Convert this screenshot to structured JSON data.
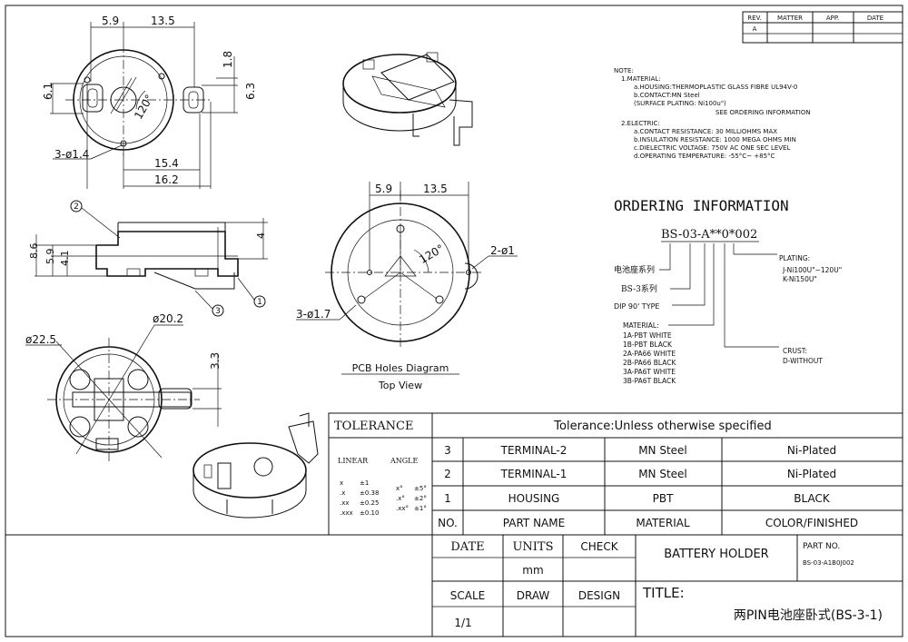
{
  "revision_block": {
    "headers": [
      "REV.",
      "MATTER",
      "APP.",
      "DATE"
    ],
    "row": [
      "A",
      "",
      "",
      ""
    ]
  },
  "top_view_dims": {
    "d5_9": "5.9",
    "d13_5": "13.5",
    "d1_8": "1.8",
    "d6_1": "6.1",
    "d6_3": "6.3",
    "angle": "120°",
    "holes": "3-ø1.4",
    "d15_4": "15.4",
    "d16_2": "16.2"
  },
  "side_view_dims": {
    "d8_6": "8.6",
    "d5_9": "5.9",
    "d4_1": "4.1",
    "d4": "4",
    "callout_1": "1",
    "callout_2": "2",
    "callout_3": "3"
  },
  "bottom_view_dims": {
    "d22_5": "ø22.5",
    "d20_2": "ø20.2",
    "d3_3": "3.3"
  },
  "pcb": {
    "d5_9": "5.9",
    "d13_5": "13.5",
    "angle": "120°",
    "holes_small": "2-ø1",
    "holes_large": "3-ø1.7",
    "caption_1": "PCB Holes Diagram",
    "caption_2": "Top View"
  },
  "notes": {
    "heading": "NOTE:",
    "lines": [
      "1.MATERIAL:",
      "a.HOUSING:THERMOPLASTIC GLASS FIBRE UL94V-0",
      "b.CONTACT:MN Steel",
      "(SURFACE PLATING: Ni100u\")",
      "SEE ORDERING INFORMATION",
      "2.ELECTRIC:",
      "a.CONTACT RESISTANCE: 30 MILLIOHMS MAX",
      "b.INSULATION RESISTANCE: 1000 MEGA OHMS MIN",
      "c.DIELECTRIC VOLTAGE: 750V AC ONE SEC LEVEL",
      "d.OPERATING TEMPERATURE: -55°C~ +85°C"
    ]
  },
  "ordering": {
    "title": "ORDERING INFORMATION",
    "code": "BS-03-A**0*002",
    "series_cn": "电池座系列",
    "series_bs": "BS-3系列",
    "dip": "DIP 90' TYPE",
    "material_heading": "MATERIAL:",
    "materials": [
      "1A-PBT WHITE",
      "1B-PBT BLACK",
      "2A-PA66 WHITE",
      "2B-PA66 BLACK",
      "3A-PA6T WHITE",
      "3B-PA6T BLACK"
    ],
    "plating_heading": "PLATING:",
    "plating": [
      "J-Ni100U\"~120U\"",
      "K-Ni150U\""
    ],
    "crust_heading": "CRUST:",
    "crust": [
      "D-WITHOUT"
    ]
  },
  "tolerance": {
    "label": "TOLERANCE",
    "caption": "Tolerance:Unless otherwise specified",
    "linear": "LINEAR",
    "angle": "ANGLE",
    "linear_rows": [
      [
        "x",
        "±1"
      ],
      [
        ".x",
        "±0.38"
      ],
      [
        ".xx",
        "±0.25"
      ],
      [
        ".xxx",
        "±0.10"
      ]
    ],
    "angle_rows": [
      [
        "x°",
        "±5°"
      ],
      [
        ".x°",
        "±2°"
      ],
      [
        ".xx°",
        "±1°"
      ]
    ]
  },
  "bom": {
    "headers": [
      "NO.",
      "PART NAME",
      "MATERIAL",
      "COLOR/FINISHED"
    ],
    "rows": [
      [
        "3",
        "TERMINAL-2",
        "MN Steel",
        "Ni-Plated"
      ],
      [
        "2",
        "TERMINAL-1",
        "MN Steel",
        "Ni-Plated"
      ],
      [
        "1",
        "HOUSING",
        "PBT",
        "BLACK"
      ]
    ]
  },
  "title_block": {
    "date_label": "DATE",
    "units_label": "UNITS",
    "check_label": "CHECK",
    "units_value": "mm",
    "scale_label": "SCALE",
    "draw_label": "DRAW",
    "design_label": "DESIGN",
    "scale_value": "1/1",
    "product": "BATTERY HOLDER",
    "part_no_label": "PART NO.",
    "part_no": "BS-03-A1B0J002",
    "title_label": "TITLE:",
    "title_value": "两PIN电池座卧式(BS-3-1)"
  }
}
